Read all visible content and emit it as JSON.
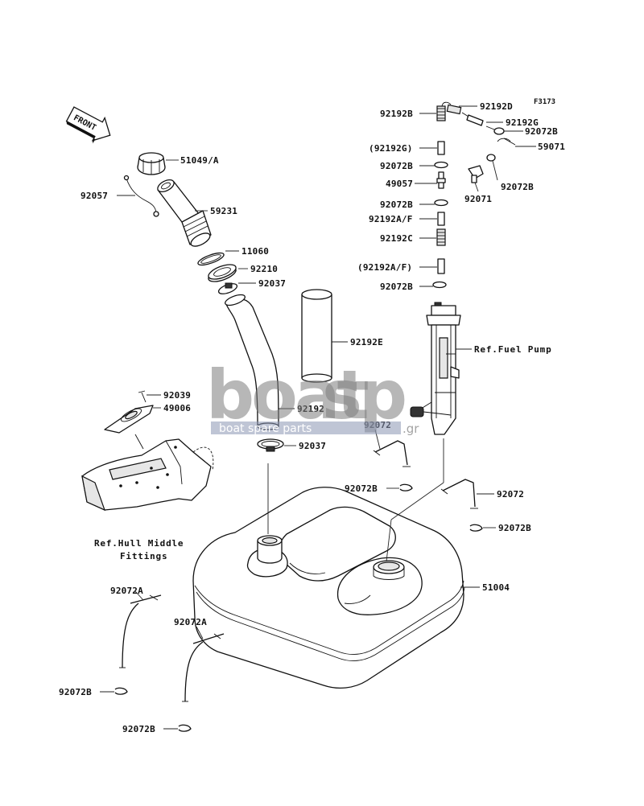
{
  "figure_code": "F3173",
  "front_label": "FRONT",
  "parts": {
    "p51049": "51049/A",
    "p92057": "92057",
    "p59231": "59231",
    "p11060": "11060",
    "p92210": "92210",
    "p92037_top": "92037",
    "p92192E": "92192E",
    "p92039": "92039",
    "p49006": "49006",
    "p92192": "92192",
    "p92037_bottom": "92037",
    "p92192B": "92192B",
    "p92192D": "92192D",
    "p92192G": "92192G",
    "p92072B_r1": "92072B",
    "p59071": "59071",
    "p92192G_paren": "(92192G)",
    "p92072B_l1": "92072B",
    "p49057": "49057",
    "p92071": "92071",
    "p92072B_r2": "92072B",
    "p92072B_l2": "92072B",
    "p92192AF": "92192A/F",
    "p92192C": "92192C",
    "p92192AF_paren": "(92192A/F)",
    "p92072B_l3": "92072B",
    "p92072_a": "92072",
    "p92072B_mid": "92072B",
    "p92072_b": "92072",
    "p92072B_right": "92072B",
    "p51004": "51004",
    "p92072A_a": "92072A",
    "p92072A_b": "92072A",
    "p92072B_bl1": "92072B",
    "p92072B_bl2": "92072B"
  },
  "references": {
    "fuel_pump": "Ref.Fuel Pump",
    "hull_line1": "Ref.Hull Middle",
    "hull_line2": "Fittings"
  },
  "watermark": {
    "word_left": "boat",
    "word_right": "sp",
    "suffix": ".gr",
    "tagline": "boat spare parts"
  }
}
